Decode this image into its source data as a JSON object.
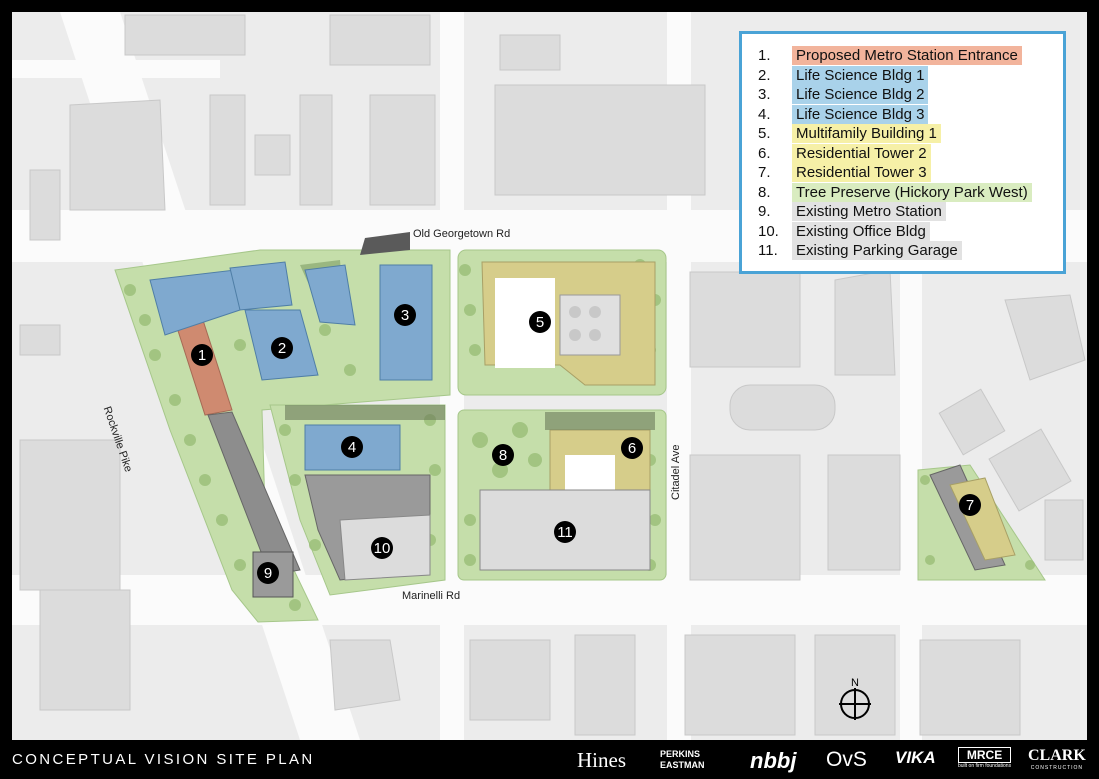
{
  "legend": {
    "items": [
      {
        "num": "1.",
        "label": "Proposed Metro Station Entrance",
        "color": "#f2b49c"
      },
      {
        "num": "2.",
        "label": "Life Science Bldg 1",
        "color": "#a9d2ea"
      },
      {
        "num": "3.",
        "label": "Life Science Bldg 2",
        "color": "#a9d2ea"
      },
      {
        "num": "4.",
        "label": "Life Science Bldg 3",
        "color": "#a9d2ea"
      },
      {
        "num": "5.",
        "label": "Multifamily Building 1",
        "color": "#f6f0a7"
      },
      {
        "num": "6.",
        "label": "Residential Tower 2",
        "color": "#f6f0a7"
      },
      {
        "num": "7.",
        "label": "Residential Tower 3",
        "color": "#f6f0a7"
      },
      {
        "num": "8.",
        "label": "Tree Preserve (Hickory Park West)",
        "color": "#d9ecc0"
      },
      {
        "num": "9.",
        "label": "Existing Metro Station",
        "color": "#e2e2e2"
      },
      {
        "num": "10.",
        "label": "Existing Office Bldg",
        "color": "#e2e2e2"
      },
      {
        "num": "11.",
        "label": "Existing Parking Garage",
        "color": "#e2e2e2"
      }
    ]
  },
  "streets": {
    "old_georgetown": "Old Georgetown Rd",
    "rockville": "Rockville Pike",
    "citadel": "Citadel Ave",
    "marinelli": "Marinelli Rd"
  },
  "compass": {
    "label": "N"
  },
  "pins": [
    "1",
    "2",
    "3",
    "4",
    "5",
    "6",
    "7",
    "8",
    "9",
    "10",
    "11"
  ],
  "footer": {
    "title": "CONCEPTUAL VISION SITE PLAN",
    "logos": [
      "Hines",
      "PERKINS EASTMAN",
      "nbbj",
      "OvS",
      "VIKA",
      "MRCE",
      "CLARK"
    ],
    "clark_sub": "CONSTRUCTION",
    "mrce_sub": "built on firm foundations"
  },
  "colors": {
    "site_green": "#c5deaa",
    "blue_bldg": "#7fa9cf",
    "yellow_bldg": "#d6cd8a",
    "metro_red": "#cf8a70",
    "road": "#ffffff",
    "block": "#e6e6e6"
  }
}
